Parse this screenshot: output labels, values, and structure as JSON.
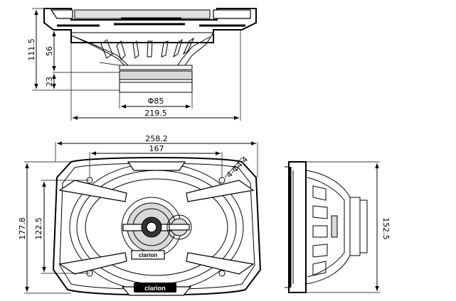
{
  "dimensions": {
    "height_total": "111.5",
    "height_upper": "56",
    "height_lower": "23",
    "magnet_diameter": "Φ85",
    "side_width": "219.5",
    "overall_width": "258.2",
    "hole_spacing_width": "167",
    "mount_holes": "4-Φ4.4",
    "overall_height": "177.8",
    "hole_spacing_height": "122.5",
    "side_height": "152.5"
  },
  "branding": {
    "brand_frame": "clarion",
    "brand_cone": "clarion"
  }
}
